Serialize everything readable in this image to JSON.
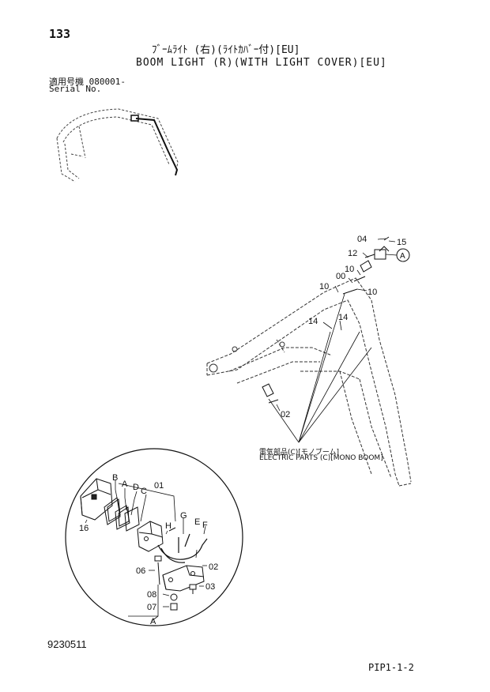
{
  "page_number": "133",
  "title_jp": "ﾌﾞｰﾑﾗｲﾄ (右)(ﾗｲﾄｶﾊﾞｰ付)[EU]",
  "title_en": "BOOM LIGHT (R)(WITH LIGHT COVER)[EU]",
  "serial_label_jp": "適用号機 080001-",
  "serial_label_en": "Serial No.",
  "electric_parts_jp": "電気部品(C)[モノブーム]",
  "electric_parts_en": "ELECTRIC PARTS (C)[MONO BOOM]",
  "document_number": "9230511",
  "sheet_reference": "PIP1-1-2",
  "callouts": {
    "c04": "04",
    "c15": "15",
    "c12": "12",
    "cA_circle": "A",
    "c10a": "10",
    "c00": "00",
    "c10b": "10",
    "c10c": "10",
    "c14a": "14",
    "c14b": "14",
    "c02a": "02",
    "cB": "B",
    "cA": "A",
    "cD": "D",
    "cC": "C",
    "c01": "01",
    "c16": "16",
    "cH": "H",
    "cG": "G",
    "cE": "E",
    "cF": "F",
    "c06": "06",
    "c02b": "02",
    "c03": "03",
    "c08": "08",
    "c07": "07",
    "cA_bottom": "A"
  }
}
